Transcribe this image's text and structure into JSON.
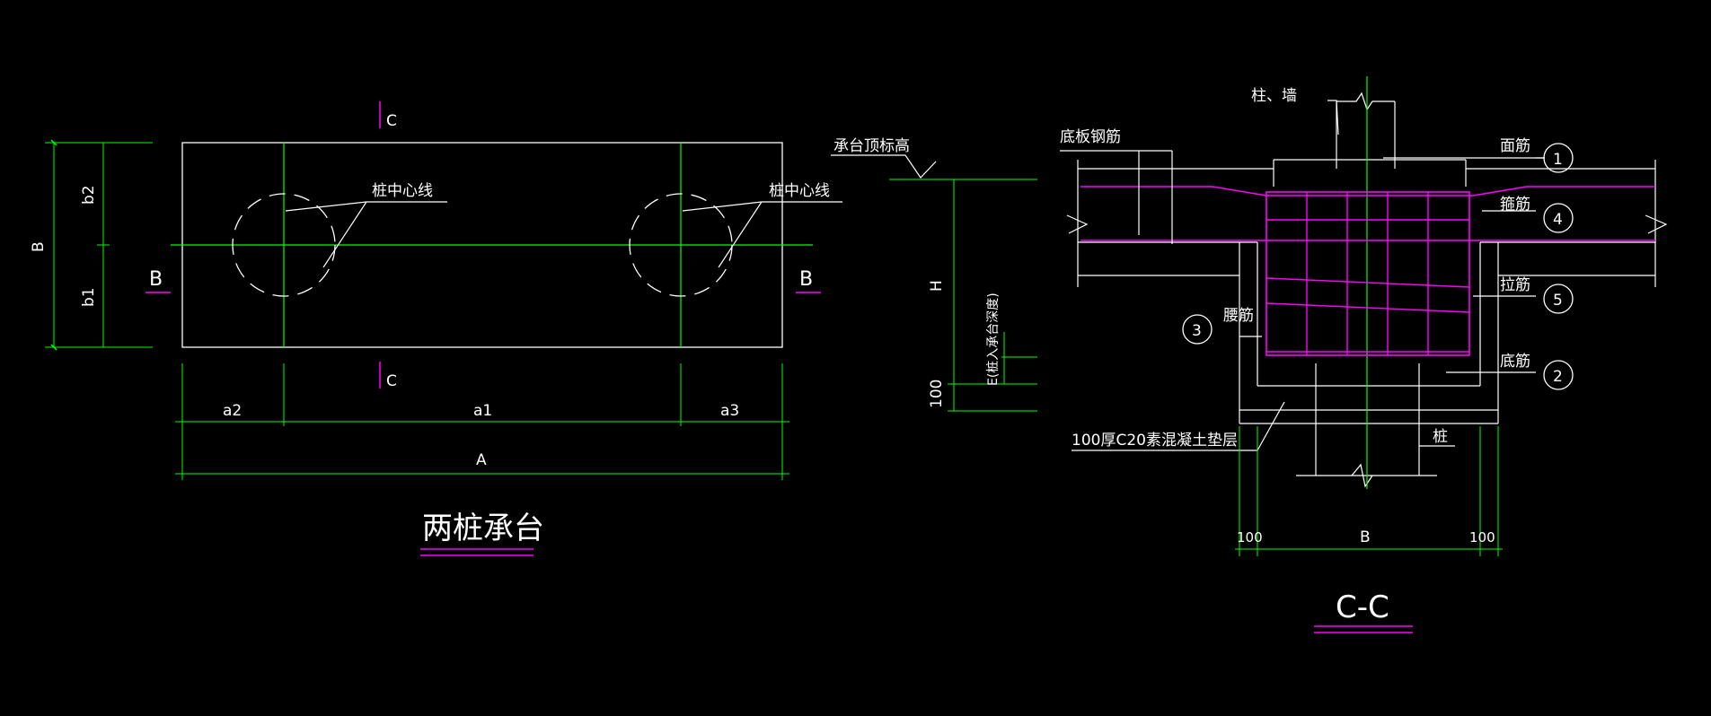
{
  "colors": {
    "background": "#000000",
    "outline": "#ffffff",
    "dimension": "#00ff00",
    "rebar": "#ff00ff",
    "label": "#ffffff"
  },
  "plan": {
    "title": "两桩承台",
    "section_mark": "C",
    "side_mark": "B",
    "pile_centerline_label": "桩中心线",
    "dims": {
      "total_width": "B",
      "b1": "b1",
      "b2": "b2",
      "a1": "a1",
      "a2": "a2",
      "a3": "a3",
      "total_length": "A"
    }
  },
  "elevation": {
    "top_label": "承台顶标高",
    "height": "H",
    "embed": "E(桩入承台深度)",
    "cushion": "100"
  },
  "section": {
    "title": "C-C",
    "column_wall": "柱、墙",
    "slab_rebar": "底板钢筋",
    "top_bar": "面筋",
    "stirrup": "箍筋",
    "tie_bar": "拉筋",
    "waist_bar": "腰筋",
    "bottom_bar": "底筋",
    "pile": "桩",
    "cushion": "100厚C20素混凝土垫层",
    "dim_left": "100",
    "dim_mid": "B",
    "dim_right": "100",
    "callouts": [
      "1",
      "4",
      "5",
      "3",
      "2"
    ]
  }
}
